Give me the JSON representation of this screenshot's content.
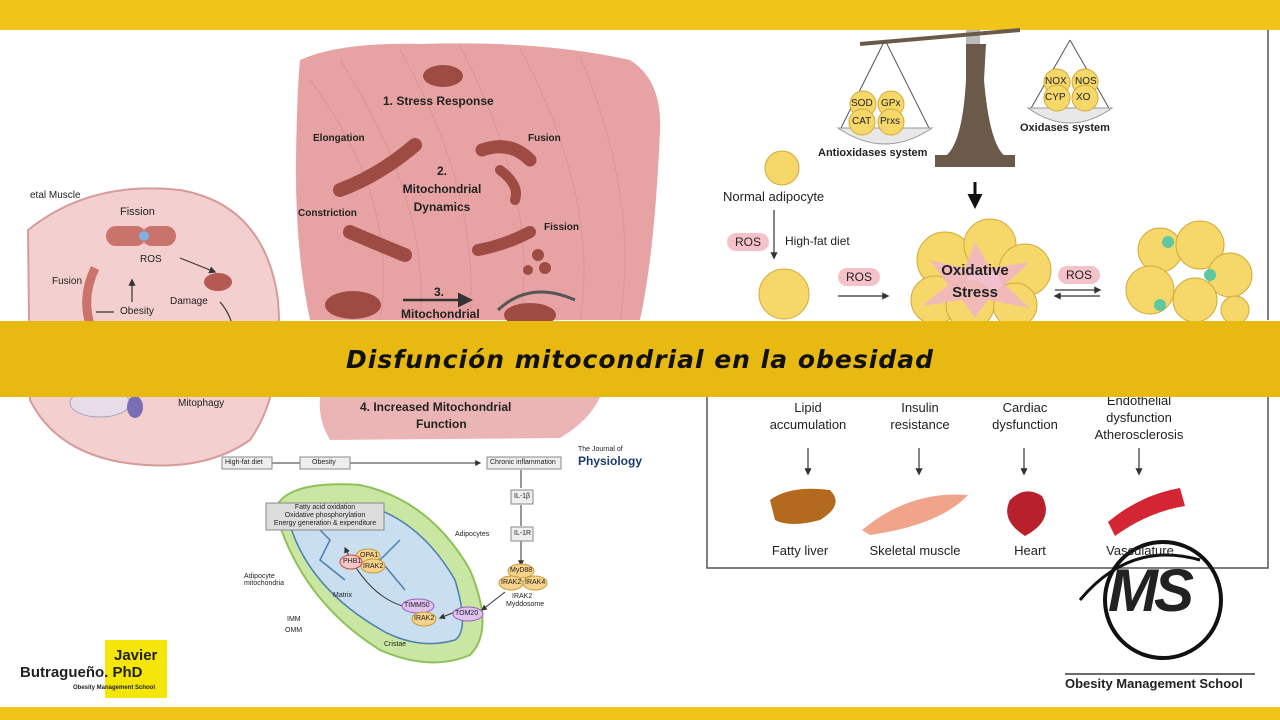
{
  "title": "Disfunción mitocondrial en la obesidad",
  "colors": {
    "band": "#f0c419",
    "muscle": "#e9a5a5",
    "mito": "#c9736b",
    "adipocyte": "#f6d86a"
  },
  "left_cell": {
    "heading": "etal Muscle",
    "labels": [
      "Fission",
      "ROS",
      "Damage",
      "Fusion",
      "Obesity",
      "Mitophagy"
    ]
  },
  "muscle_panel": {
    "steps": [
      "1. Stress Response",
      "2.",
      "Mitochondrial",
      "Dynamics",
      "3.",
      "Mitochondrial",
      "4. Increased Mitochondrial",
      "Function"
    ],
    "labels": [
      "Elongation",
      "Fusion",
      "Constriction",
      "Fission"
    ]
  },
  "oxidative_panel": {
    "antioxidants": [
      "SOD",
      "GPx",
      "CAT",
      "Prxs"
    ],
    "antioxidants_label": "Antioxidases system",
    "oxidases": [
      "NOX",
      "NOS",
      "CYP",
      "XO"
    ],
    "oxidases_label": "Oxidases system",
    "normal_adipocyte": "Normal adipocyte",
    "ros": "ROS",
    "high_fat_diet": "High-fat diet",
    "center_line1": "Oxidative",
    "center_line2": "Stress",
    "outcomes_top": [
      {
        "line1": "Lipid",
        "line2": "accumulation"
      },
      {
        "line1": "Insulin",
        "line2": "resistance"
      },
      {
        "line1": "Cardiac",
        "line2": "dysfunction"
      },
      {
        "line1": "Endothelial",
        "line2": "dysfunction",
        "line3": "Atherosclerosis"
      }
    ],
    "outcomes_bottom": [
      "Fatty liver",
      "Skeletal muscle",
      "Heart",
      "Vasculature"
    ]
  },
  "journal": {
    "line1": "The Journal of",
    "line2": "Physiology"
  },
  "pathway": {
    "high_fat_diet": "High-fat diet",
    "obesity": "Obesity",
    "chronic_inflammation": "Chronic inflammation",
    "il1b": "IL-1β",
    "il1r": "IL-1R",
    "adipocytes": "Adipocytes",
    "myd88": "MyD88",
    "irak2": "IRAK2",
    "irak4": "IRAK4",
    "myddosome1": "IRAK2",
    "myddosome2": "Myddosome",
    "functions": [
      "Fatty acid oxidation",
      "Oxidative phosphorylation",
      "Energy generation & expenditure"
    ],
    "opa1": "OPA1",
    "phb1": "PHB1",
    "timm50": "TIMM50",
    "tom20": "TOM20",
    "matrix": "Matrix",
    "cristae": "Cristae",
    "imm": "IMM",
    "omm": "OMM",
    "adipocyte_mito1": "Adipocyte",
    "adipocyte_mito2": "mitochondria"
  },
  "author": {
    "name1": "Javier",
    "name2": "Butragueño. PhD",
    "school": "Obesity Management School"
  },
  "logo": {
    "letters": "MS",
    "caption": "Obesity Management School"
  }
}
